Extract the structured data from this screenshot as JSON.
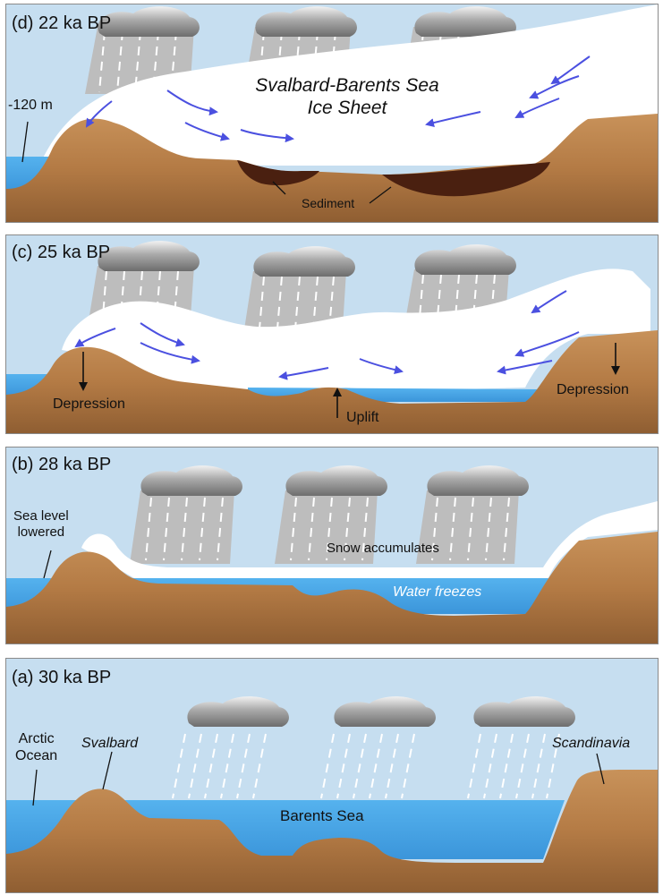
{
  "panel_d": {
    "title": "(d) 22 ka BP",
    "sea_depth": "-120 m",
    "ice_sheet_line1": "Svalbard-Barents Sea",
    "ice_sheet_line2": "Ice Sheet",
    "sediment": "Sediment"
  },
  "panel_c": {
    "title": "(c) 25 ka BP",
    "depression_left": "Depression",
    "uplift": "Uplift",
    "depression_right": "Depression"
  },
  "panel_b": {
    "title": "(b) 28 ka BP",
    "sea_level_line1": "Sea level",
    "sea_level_line2": "lowered",
    "snow": "Snow accumulates",
    "water": "Water freezes"
  },
  "panel_a": {
    "title": "(a) 30 ka BP",
    "arctic_line1": "Arctic",
    "arctic_line2": "Ocean",
    "svalbard": "Svalbard",
    "barents": "Barents Sea",
    "scandinavia": "Scandinavia"
  },
  "colors": {
    "sky": "#c6def0",
    "land": "#b47b45",
    "water": "#4aa6e6",
    "ice": "#ffffff",
    "sediment": "#4a2010",
    "flow_arrow": "#4b50e0",
    "cloud": "#9a9a9a",
    "rain_curtain": "#bdbdbd"
  },
  "icons": [
    "cloud-icon",
    "rain-icon",
    "flow-arrow-icon",
    "down-arrow-icon",
    "up-arrow-icon"
  ]
}
